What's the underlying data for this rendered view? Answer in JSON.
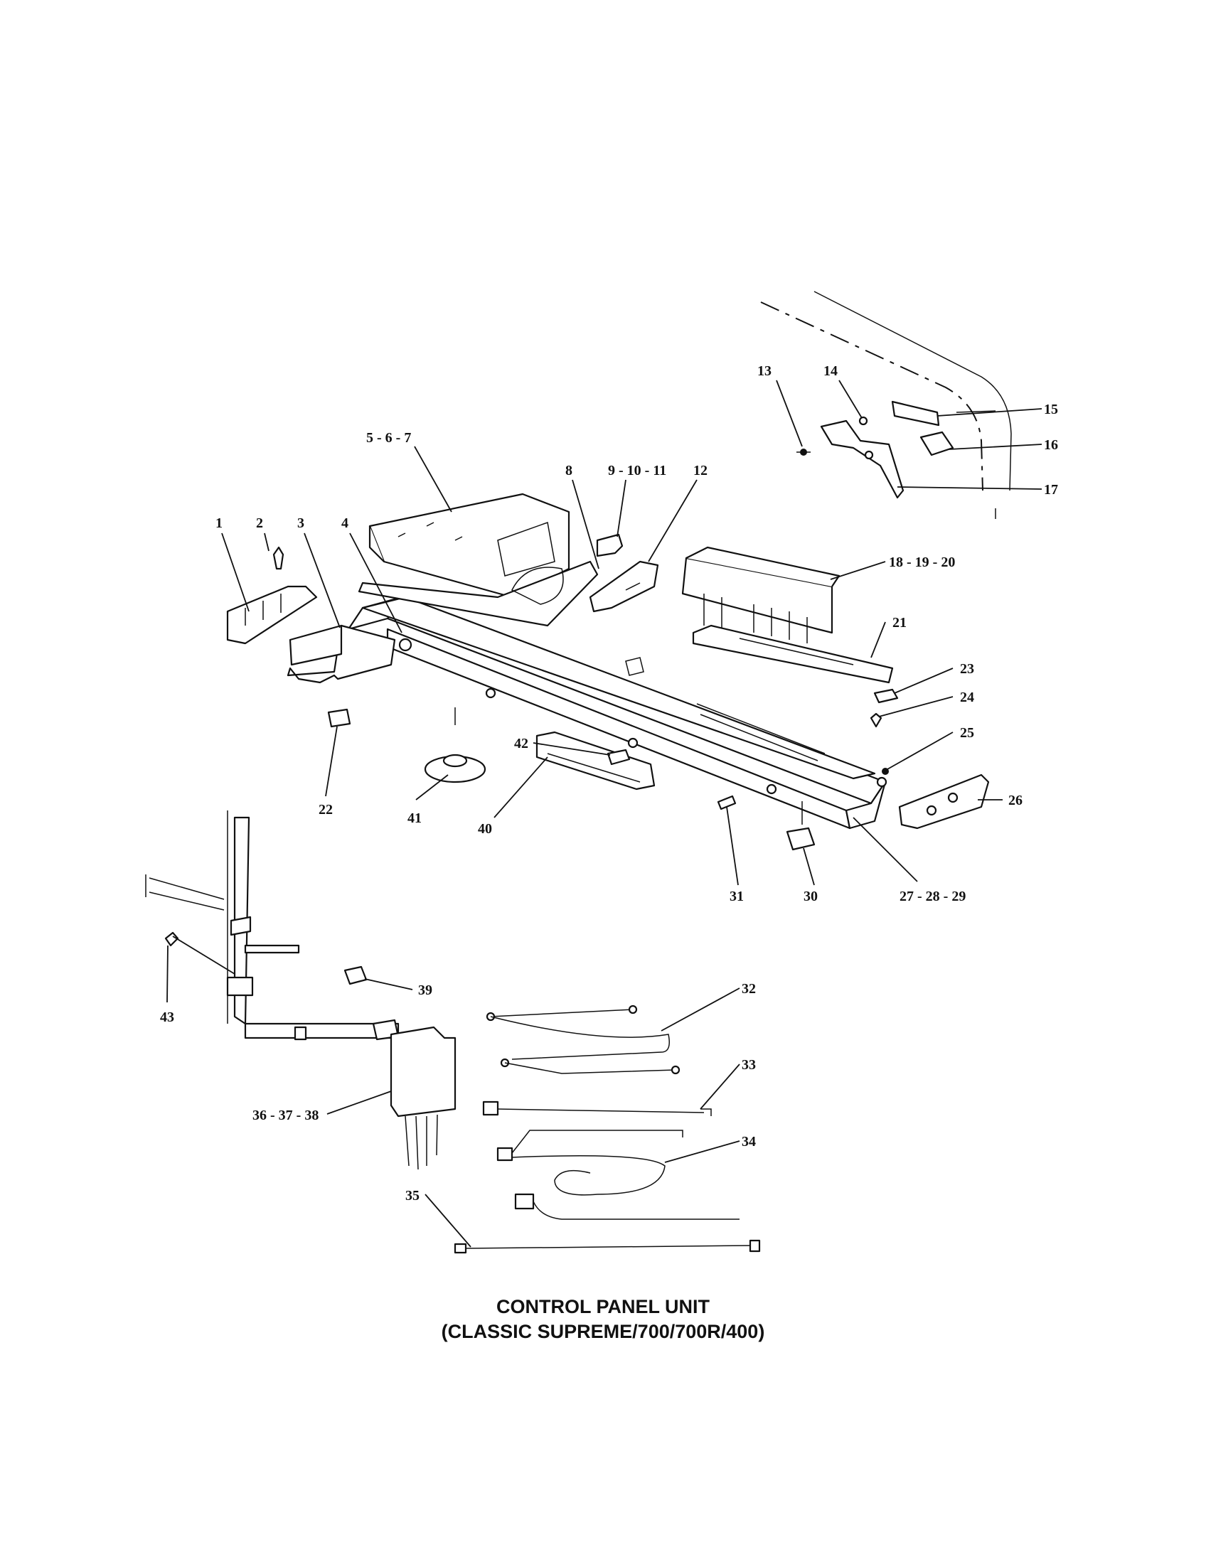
{
  "title": {
    "line1": "CONTROL PANEL UNIT",
    "line2": "(CLASSIC SUPREME/700/700R/400)"
  },
  "labels": {
    "l1": "1",
    "l2": "2",
    "l3": "3",
    "l4": "4",
    "l5": "5 - 6 - 7",
    "l8": "8",
    "l9": "9 - 10 - 11",
    "l12": "12",
    "l13": "13",
    "l14": "14",
    "l15": "15",
    "l16": "16",
    "l17": "17",
    "l18": "18 - 19 - 20",
    "l21": "21",
    "l22": "22",
    "l23": "23",
    "l24": "24",
    "l25": "25",
    "l26": "26",
    "l27": "27 - 28 - 29",
    "l30": "30",
    "l31": "31",
    "l32": "32",
    "l33": "33",
    "l34": "34",
    "l35": "35",
    "l36": "36 - 37 - 38",
    "l39": "39",
    "l40": "40",
    "l41": "41",
    "l42": "42",
    "l43": "43"
  }
}
